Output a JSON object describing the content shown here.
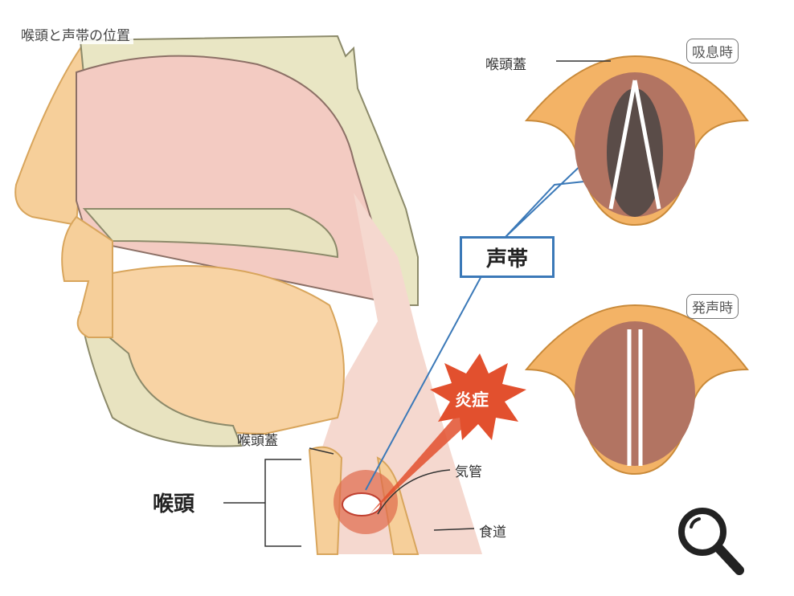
{
  "title": "喉頭と声帯の位置",
  "labels": {
    "epiglottis_top": "喉頭蓋",
    "epiglottis_side": "喉頭蓋",
    "vocal_cords": "声帯",
    "larynx": "喉頭",
    "trachea": "気管",
    "esophagus": "食道",
    "inflammation": "炎症"
  },
  "badges": {
    "inhale": "吸息時",
    "phonation": "発声時"
  },
  "icons": {
    "zoom": "magnifier-icon"
  }
}
